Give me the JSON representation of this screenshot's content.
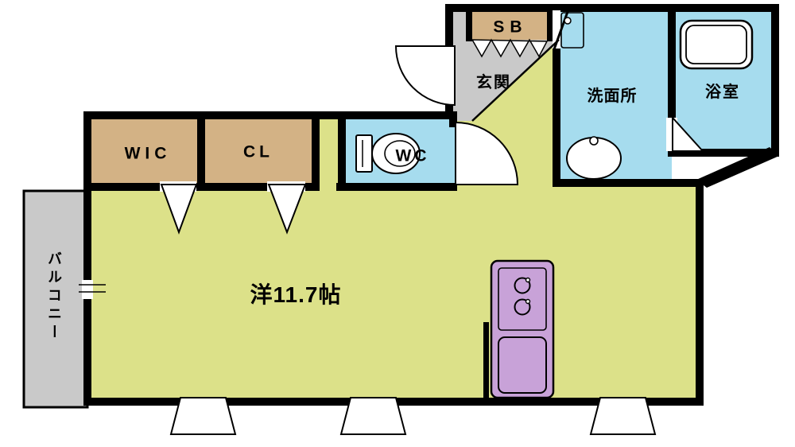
{
  "floorplan": {
    "main_room": {
      "label": "洋11.7帖",
      "color": "#dce189"
    },
    "balcony": {
      "label": "バルコニー",
      "color": "#c9c9c9"
    },
    "entrance": {
      "label": "玄関",
      "color": "#c9c9c9"
    },
    "shoe_box": {
      "label": "SB",
      "color": "#d3b285"
    },
    "washroom": {
      "label": "洗面所",
      "color": "#a6dcee"
    },
    "bathroom": {
      "label": "浴室",
      "color": "#a6dcee"
    },
    "walk_in_closet": {
      "label": "WIC",
      "color": "#d3b285"
    },
    "closet": {
      "label": "CL",
      "color": "#d3b285"
    },
    "toilet_room": {
      "label": "WC",
      "color": "#a6dcee"
    },
    "kitchen": {
      "color": "#c8a2d8"
    },
    "wall_color": "#000000",
    "background_color": "#ffffff"
  }
}
